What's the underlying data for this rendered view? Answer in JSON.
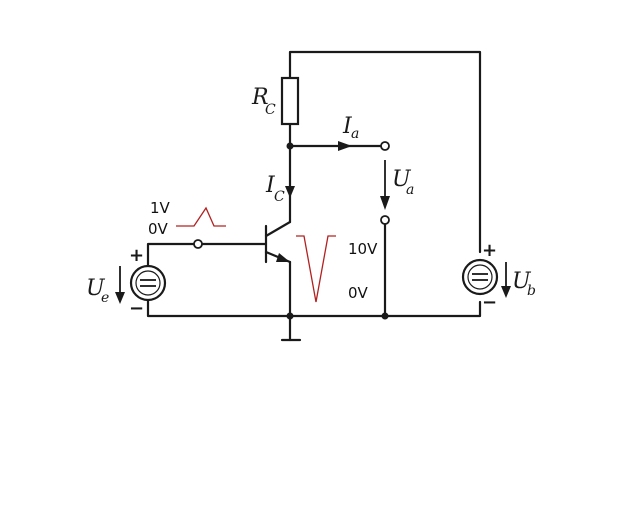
{
  "labels": {
    "collector_resistor": "R",
    "collector_resistor_sub": "C",
    "output_current": "I",
    "output_current_sub": "a",
    "collector_current": "I",
    "collector_current_sub": "C",
    "output_voltage": "U",
    "output_voltage_sub": "a",
    "input_voltage": "U",
    "input_voltage_sub": "e",
    "supply_voltage": "U",
    "supply_voltage_sub": "b",
    "plus": "+",
    "minus": "−"
  },
  "input_signal": {
    "high_label": "1V",
    "low_label": "0V"
  },
  "output_signal": {
    "high_label": "10V",
    "low_label": "0V"
  },
  "colors": {
    "wire": "#1a1a1a",
    "signal_waveform": "#b32020",
    "background": "#ffffff"
  }
}
